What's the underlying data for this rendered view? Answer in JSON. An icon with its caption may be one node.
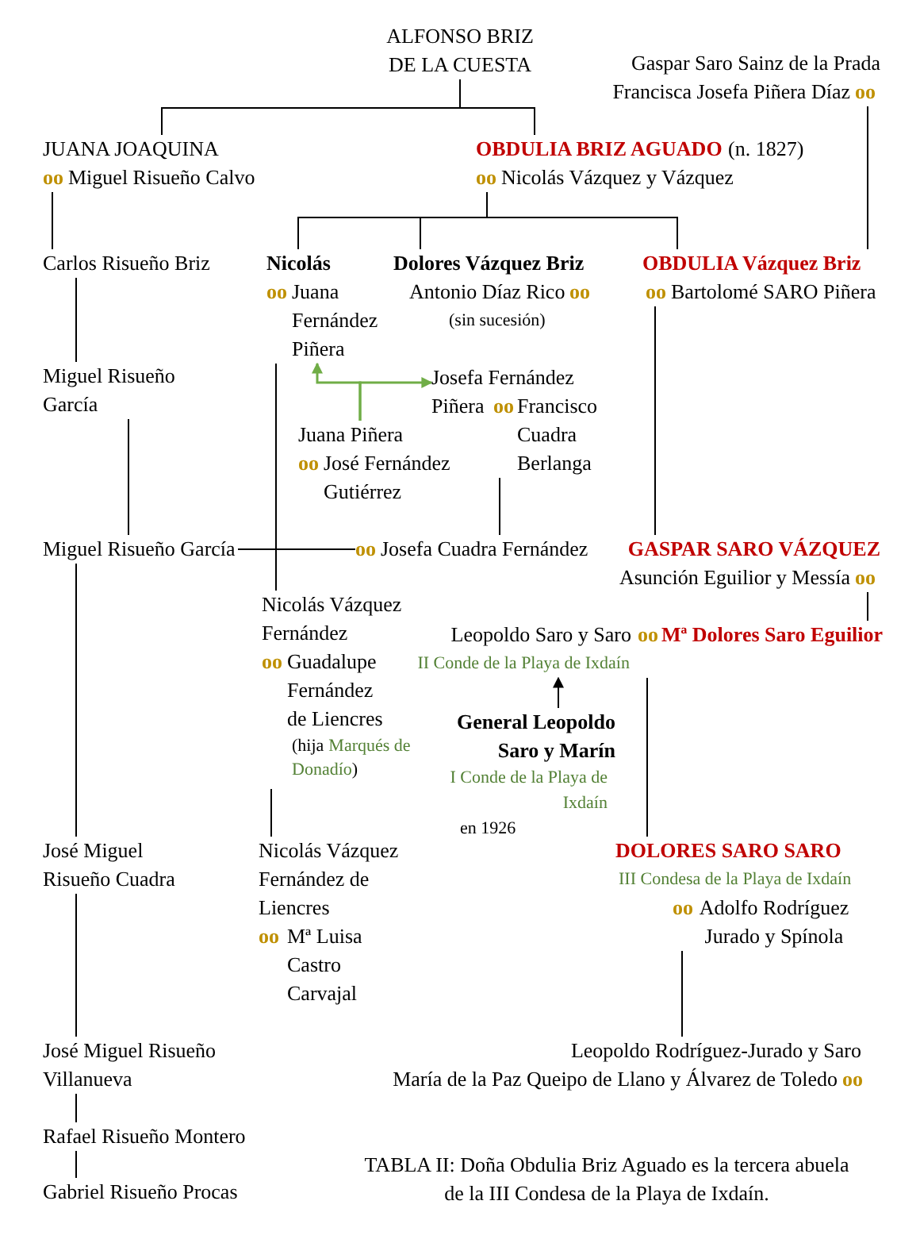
{
  "diagram": {
    "caption": "TABLA II: Doña Obdulia Briz Aguado es la tercera abuela de la III Condesa de la Playa de Ixdaín.",
    "nodes": [
      {
        "text": [
          "ALFONSO BRIZ DE LA CUESTA"
        ]
      },
      {
        "text": [
          "Gaspar Saro Sainz de la Prada",
          "Francisca Josefa Piñera Díaz",
          "oo"
        ]
      },
      {
        "text": [
          "JUANA JOAQUINA",
          "oo",
          "Miguel Risueño Calvo"
        ]
      },
      {
        "text": [
          "OBDULIA BRIZ AGUADO",
          "(n. 1827)",
          "oo",
          "Nicolás Vázquez y Vázquez"
        ]
      },
      {
        "text": [
          "Carlos Risueño Briz"
        ]
      },
      {
        "text": [
          "Nicolás",
          "oo",
          "Juana Fernández Piñera"
        ]
      },
      {
        "text": [
          "Dolores Vázquez Briz",
          "Antonio Díaz Rico",
          "oo",
          "(sin sucesión)"
        ]
      },
      {
        "text": [
          "OBDULIA Vázquez Briz",
          "oo",
          "Bartolomé SARO Piñera"
        ]
      },
      {
        "text": [
          "Miguel Risueño García"
        ]
      },
      {
        "text": [
          "Juana Piñera",
          "oo",
          "José Fernández Gutiérrez"
        ]
      },
      {
        "text": [
          "Josefa Fernández Piñera",
          "oo",
          "Francisco Cuadra Berlanga"
        ]
      },
      {
        "text": [
          "Miguel Risueño García"
        ]
      },
      {
        "text": [
          "oo",
          "Josefa Cuadra Fernández"
        ]
      },
      {
        "text": [
          "GASPAR SARO VÁZQUEZ",
          "Asunción Eguilior y Messía",
          "oo"
        ]
      },
      {
        "text": [
          "Nicolás Vázquez Fernández",
          "oo",
          "Guadalupe Fernández de Liencres",
          "(hija",
          "Marqués de Donadío",
          ")"
        ]
      },
      {
        "text": [
          "Leopoldo Saro y Saro",
          "oo",
          "Mª Dolores Saro Eguilior",
          "II Conde de la Playa de Ixdaín"
        ]
      },
      {
        "text": [
          "General Leopoldo Saro y Marín",
          "I Conde de la Playa de Ixdaín",
          "en 1926"
        ]
      },
      {
        "text": [
          "José Miguel Risueño Cuadra"
        ]
      },
      {
        "text": [
          "Nicolás Vázquez Fernández de Liencres",
          "oo",
          "Mª Luisa Castro Carvajal"
        ]
      },
      {
        "text": [
          "DOLORES SARO SARO",
          "III Condesa de la Playa de Ixdaín",
          "oo",
          "Adolfo Rodríguez Jurado y Spínola"
        ]
      },
      {
        "text": [
          "José Miguel Risueño Villanueva"
        ]
      },
      {
        "text": [
          "Leopoldo Rodríguez-Jurado y Saro",
          "María de la Paz Queipo de Llano y Álvarez de Toledo",
          "oo"
        ]
      },
      {
        "text": [
          "Rafael Risueño Montero"
        ]
      },
      {
        "text": [
          "Gabriel Risueño Procas"
        ]
      }
    ],
    "edges": [
      {
        "from": 0,
        "to": 2,
        "arrow": "none"
      },
      {
        "from": 0,
        "to": 3,
        "arrow": "none"
      },
      {
        "from": 1,
        "to": 7,
        "arrow": "none"
      },
      {
        "from": 2,
        "to": 4,
        "arrow": "none"
      },
      {
        "from": 3,
        "to": 5,
        "arrow": "none"
      },
      {
        "from": 3,
        "to": 6,
        "arrow": "none"
      },
      {
        "from": 3,
        "to": 7,
        "arrow": "none"
      },
      {
        "from": 4,
        "to": 8,
        "arrow": "none"
      },
      {
        "from": 8,
        "to": 11,
        "arrow": "none"
      },
      {
        "from": 5,
        "to": 14,
        "arrow": "none"
      },
      {
        "from": 9,
        "to": 5,
        "arrow": "to",
        "color": "#70ad47"
      },
      {
        "from": 9,
        "to": 10,
        "arrow": "to",
        "color": "#70ad47"
      },
      {
        "from": 10,
        "to": 12,
        "arrow": "none"
      },
      {
        "from": 11,
        "to": 12,
        "arrow": "none"
      },
      {
        "from": 7,
        "to": 13,
        "arrow": "none"
      },
      {
        "from": 13,
        "to": 15,
        "arrow": "none"
      },
      {
        "from": 16,
        "to": 15,
        "arrow": "to"
      },
      {
        "from": 15,
        "to": 19,
        "arrow": "none"
      },
      {
        "from": 11,
        "to": 17,
        "arrow": "none"
      },
      {
        "from": 14,
        "to": 18,
        "arrow": "none"
      },
      {
        "from": 17,
        "to": 20,
        "arrow": "none"
      },
      {
        "from": 19,
        "to": 21,
        "arrow": "none"
      },
      {
        "from": 20,
        "to": 22,
        "arrow": "none"
      },
      {
        "from": 22,
        "to": 23,
        "arrow": "none"
      }
    ]
  }
}
